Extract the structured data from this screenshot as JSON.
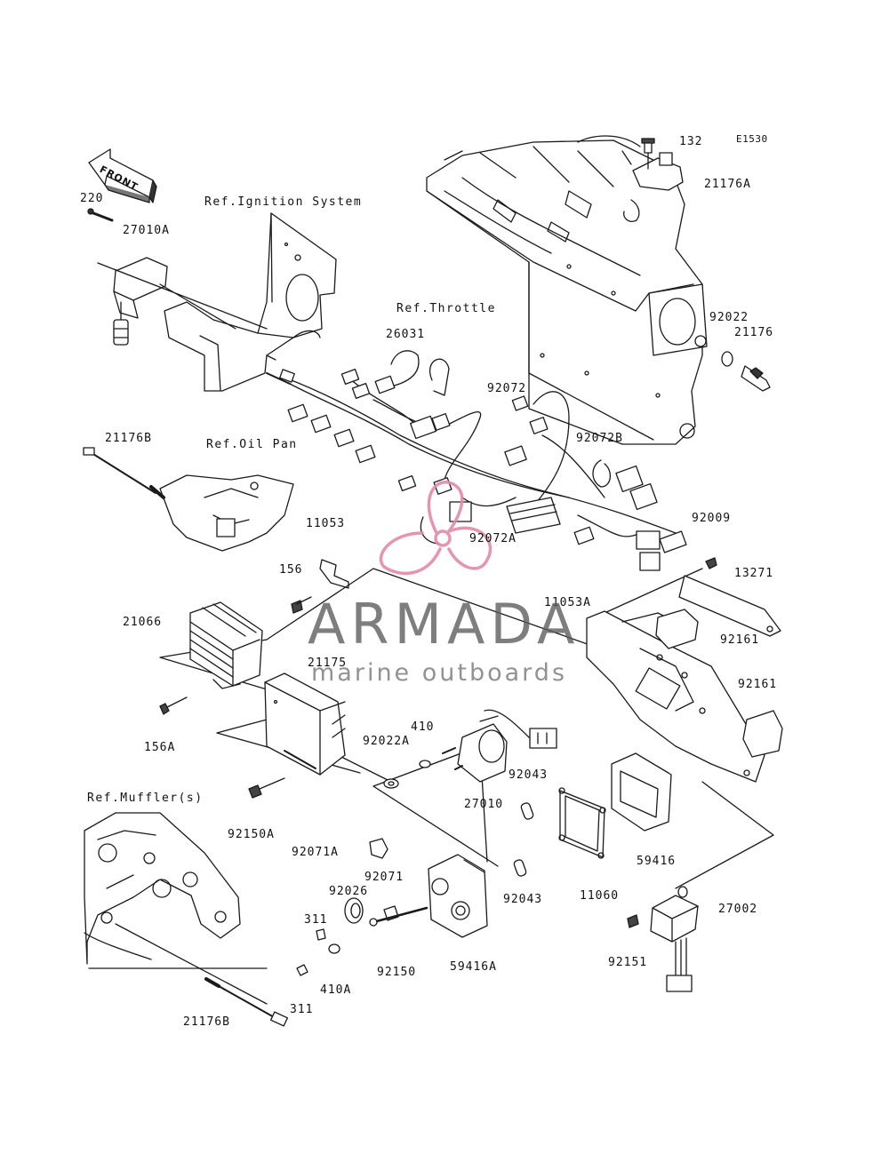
{
  "diagram": {
    "code": "E1530",
    "front_label": "FRONT",
    "refs": {
      "ignition": "Ref.Ignition System",
      "throttle": "Ref.Throttle",
      "oil_pan": "Ref.Oil Pan",
      "muffler": "Ref.Muffler(s)"
    },
    "parts": {
      "p132": "132",
      "p21176A": "21176A",
      "p220": "220",
      "p27010A": "27010A",
      "p92022": "92022",
      "p21176": "21176",
      "p26031": "26031",
      "p92072": "92072",
      "p21176B_top": "21176B",
      "p92072B": "92072B",
      "p92009": "92009",
      "p11053": "11053",
      "p92072A": "92072A",
      "p156": "156",
      "p13271": "13271",
      "p11053A": "11053A",
      "p21066": "21066",
      "p92161_a": "92161",
      "p21175": "21175",
      "p92161_b": "92161",
      "p156A": "156A",
      "p410": "410",
      "p92022A": "92022A",
      "p92043_a": "92043",
      "p27010": "27010",
      "p92150A": "92150A",
      "p92071A": "92071A",
      "p59416": "59416",
      "p92071": "92071",
      "p92043_b": "92043",
      "p11060": "11060",
      "p92026": "92026",
      "p27002": "27002",
      "p311_a": "311",
      "p59416A": "59416A",
      "p92150": "92150",
      "p92151": "92151",
      "p410A": "410A",
      "p311_b": "311",
      "p21176B_bottom": "21176B"
    }
  },
  "watermark": {
    "brand": "ARMADA",
    "tagline": "marine outboards",
    "logo_color": "#e38aa8",
    "text_color": "#5a5a5a"
  }
}
